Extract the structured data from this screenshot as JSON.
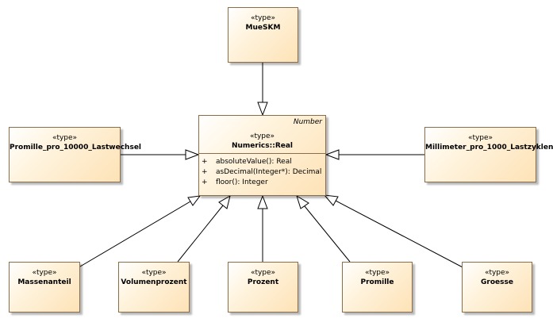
{
  "stereotype": "«type»",
  "center": {
    "tag": "Number",
    "name": "Numerics::Real",
    "operations": [
      {
        "visibility": "+",
        "signature": "absoluteValue(): Real"
      },
      {
        "visibility": "+",
        "signature": "asDecimal(Integer*): Decimal"
      },
      {
        "visibility": "+",
        "signature": "floor(): Integer"
      }
    ]
  },
  "types": {
    "top": "MueSKM",
    "left": "Promille_pro_10000_Lastwechsel",
    "right": "Millimeter_pro_1000_Lastzyklen",
    "b1": "Massenanteil",
    "b2": "Volumenprozent",
    "b3": "Prozent",
    "b4": "Promille",
    "b5": "Groesse"
  },
  "colors": {
    "box_border": "#8a6d4a",
    "box_fill_start": "#ffffff",
    "box_fill_end": "#fde2b6",
    "edge": "#000000"
  }
}
